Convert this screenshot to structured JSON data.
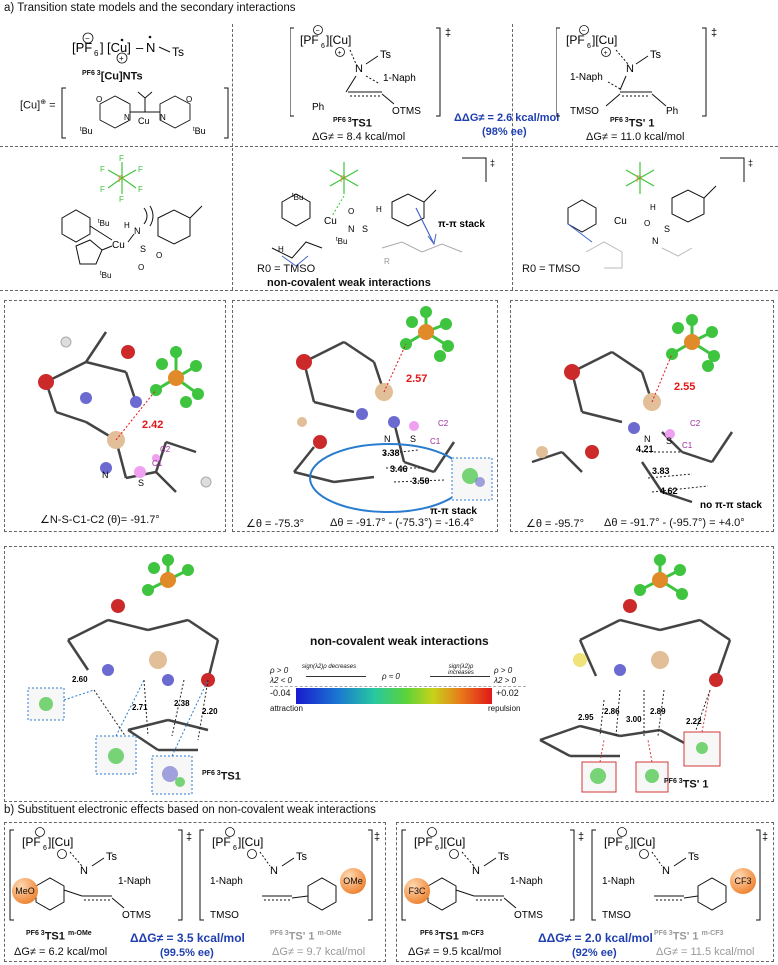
{
  "section_a": {
    "title": "a) Transition state models and the secondary interactions",
    "cuntss_label": "[Cu]NTs",
    "cuntss_prefix": "PF6 3",
    "cu_def": "[Cu]",
    "ts1_label": "TS1",
    "ts1_prefix": "PF6 3",
    "ts1_energy": "ΔG≠ = 8.4 kcal/mol",
    "tsp1_label": "TS' 1",
    "tsp1_prefix": "PF6 3",
    "tsp1_energy": "ΔG≠ = 11.0 kcal/mol",
    "ddg": "ΔΔG≠ = 2.6 kcal/mol",
    "ee": "(98% ee)",
    "ts_atoms": {
      "ts": "Ts",
      "naph": "1-Naph",
      "ph": "Ph",
      "otms": "OTMS",
      "tmso": "TMSO",
      "cu": "Cu",
      "pf6": "PF6",
      "n": "N",
      "dagger": "‡"
    },
    "row2": {
      "r0_mid": "R0 = TMSO",
      "r0_right": "R0 = TMSO",
      "ncwi": "non-covalent weak interactions",
      "pipi": "π-π stack",
      "tbu": "tBu",
      "h": "H",
      "o": "O",
      "s": "S",
      "f": "F",
      "p": "P"
    },
    "row3": {
      "left_dist": "2.42",
      "left_caption": "∠N-S-C1-C2 (θ)= -91.7°",
      "mid_dist_red": "2.57",
      "mid_d1": "3.38",
      "mid_d2": "3.46",
      "mid_d3": "3.50",
      "mid_pipi": "π-π stack",
      "mid_caption_a": "∠θ = -75.3°",
      "mid_caption_b": "Δθ = -91.7° - (-75.3°) = -16.4°",
      "right_dist_red": "2.55",
      "right_d1": "4.21",
      "right_d2": "3.83",
      "right_d3": "4.62",
      "right_nopipi": "no π-π stack",
      "right_caption_a": "∠θ = -95.7°",
      "right_caption_b": "Δθ = -91.7° - (-95.7°) = +4.0°",
      "n": "N",
      "s": "S",
      "c1": "C1",
      "c2": "C2"
    },
    "row4": {
      "title": "non-covalent weak interactions",
      "left_d": [
        "2.60",
        "2.71",
        "2.38",
        "2.20"
      ],
      "right_d": [
        "2.95",
        "2.86",
        "3.00",
        "2.89",
        "2.22"
      ],
      "left_label": "TS1",
      "right_label": "TS' 1",
      "prefix": "PF6 3",
      "scale_left_top": "ρ > 0",
      "scale_left_bot": "λ2 < 0",
      "scale_mid_left": "sign(λ2)ρ decreases",
      "scale_mid": "ρ ≈ 0",
      "scale_mid_right": "sign(λ2)ρ increases",
      "scale_right_top": "ρ > 0",
      "scale_right_bot": "λ2 > 0",
      "scale_min": "-0.04",
      "scale_max": "+0.02",
      "attraction": "attraction",
      "repulsion": "repulsion"
    }
  },
  "section_b": {
    "title": "b) Substituent electronic effects based on non-covalent weak interactions",
    "left": {
      "sub1": "MeO",
      "sub2": "OMe",
      "ts1": "TS1",
      "ts1_sup": "m-OMe",
      "ts1_energy": "ΔG≠ = 6.2 kcal/mol",
      "tsp1": "TS' 1",
      "tsp1_sup": "m-OMe",
      "tsp1_energy": "ΔG≠ = 9.7 kcal/mol",
      "ddg": "ΔΔG≠ = 3.5 kcal/mol",
      "ee": "(99.5% ee)",
      "prefix": "PF6 3"
    },
    "right": {
      "sub1": "F3C",
      "sub2": "CF3",
      "ts1": "TS1",
      "ts1_sup": "m-CF3",
      "ts1_energy": "ΔG≠ = 9.5 kcal/mol",
      "tsp1": "TS' 1",
      "tsp1_sup": "m-CF3",
      "tsp1_energy": "ΔG≠ = 11.5 kcal/mol",
      "ddg": "ΔΔG≠ = 2.0 kcal/mol",
      "ee": "(92% ee)",
      "prefix": "PF6 3"
    },
    "atoms": {
      "ts": "Ts",
      "naph": "1-Naph",
      "otms": "OTMS",
      "tmso": "TMSO",
      "cu": "Cu",
      "pf6": "PF6",
      "n": "N",
      "dagger": "‡"
    }
  },
  "colors": {
    "red_label": "#e01818",
    "blue_label": "#1f3fb0",
    "grey_label": "#999999",
    "fluorine": "#3ec43e",
    "phosphorus": "#e08a2a",
    "copper": "#e2bf98",
    "oxygen": "#cc2a2a",
    "nitrogen": "#6a6ad0",
    "sulfur": "#f0a0f0",
    "carbon": "#333333"
  }
}
